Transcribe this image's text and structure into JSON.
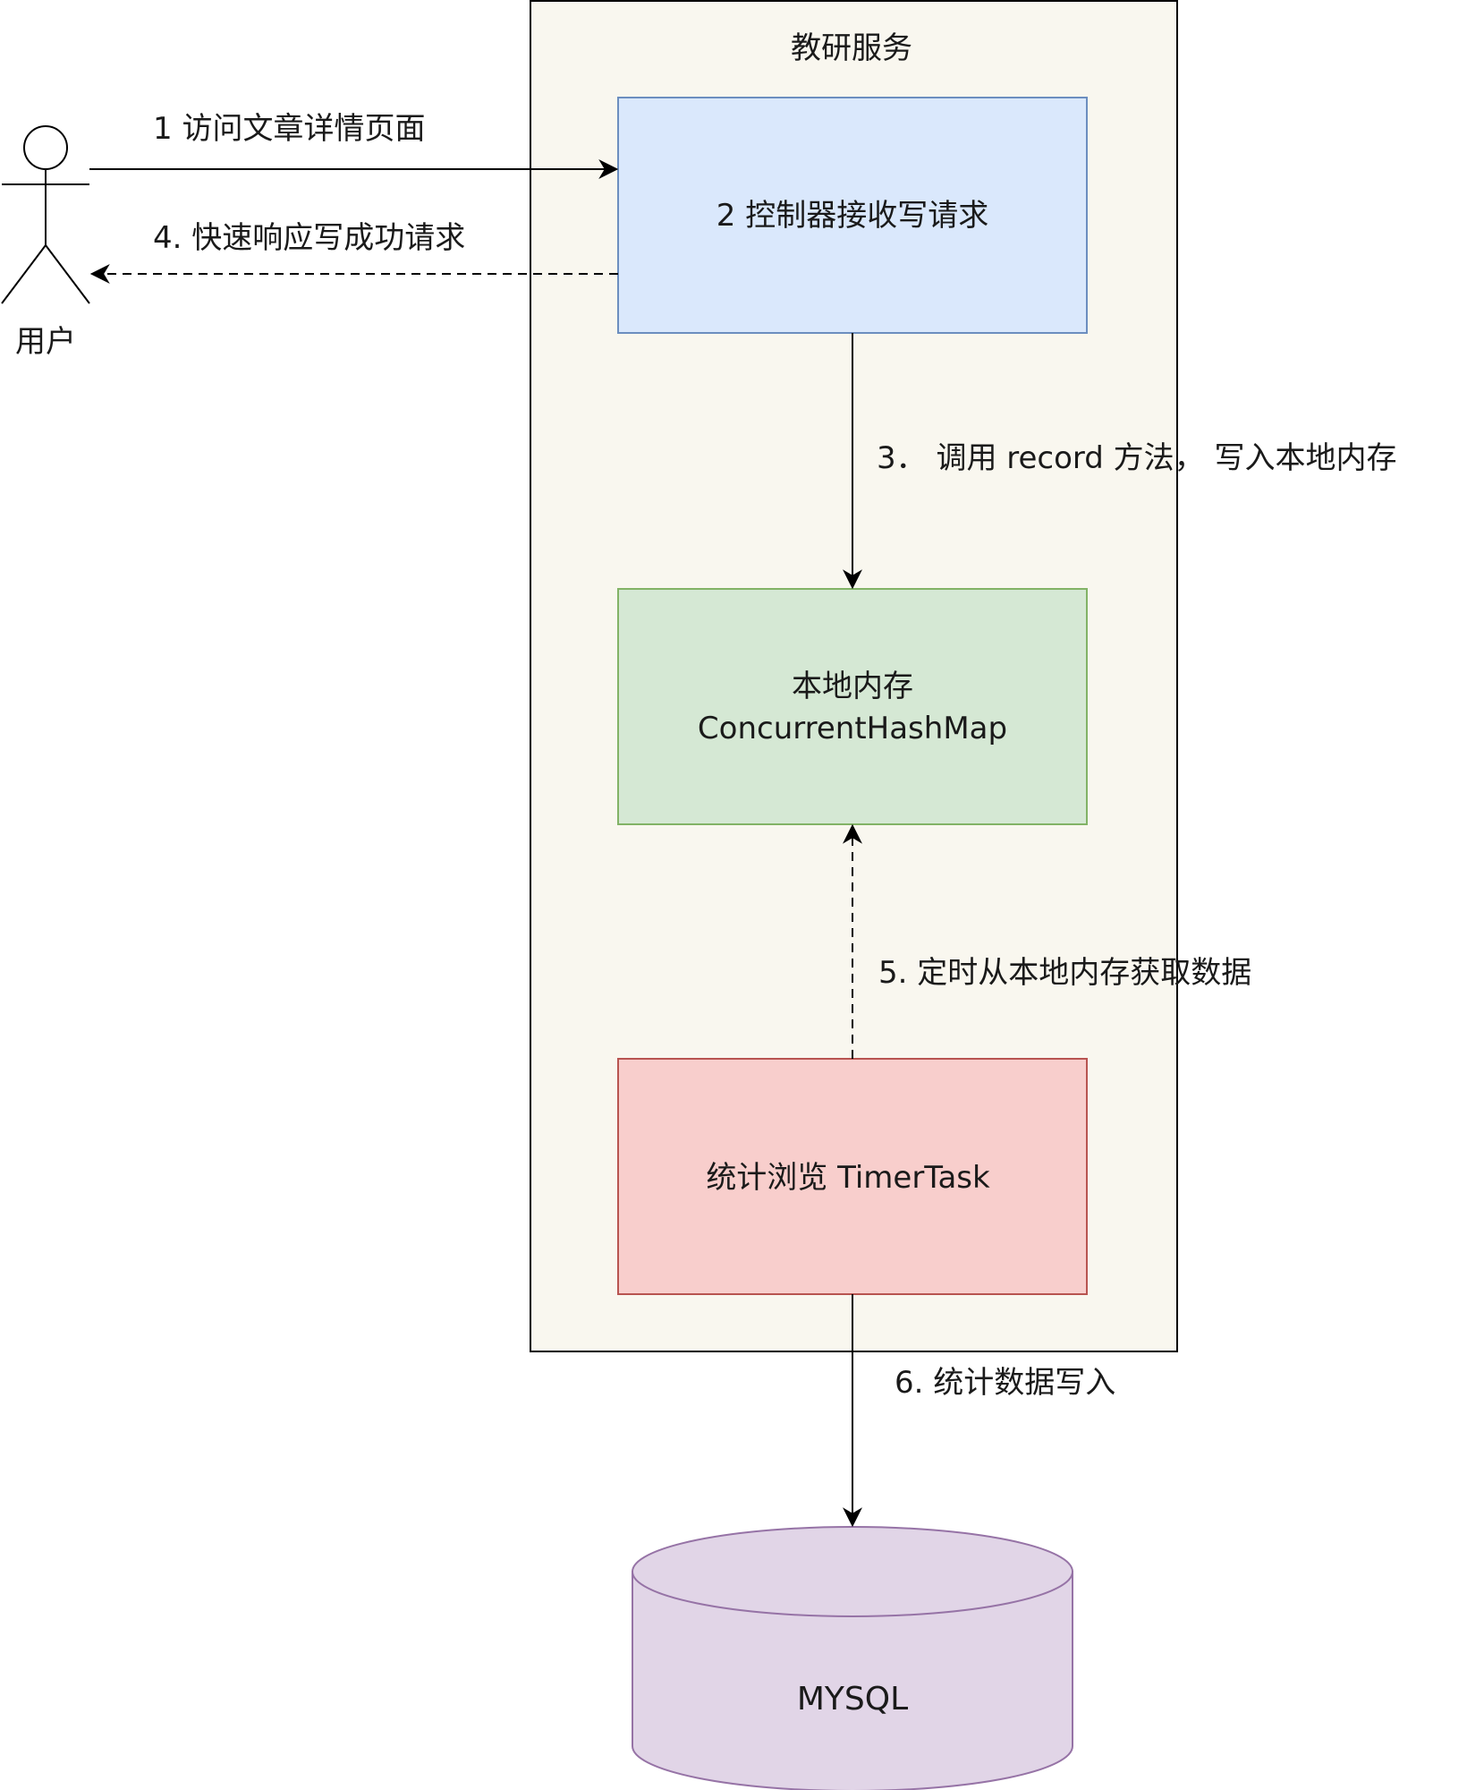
{
  "container": {
    "title": "教研服务"
  },
  "actor": {
    "label": "用户"
  },
  "nodes": {
    "controller": "2 控制器接收写请求",
    "cache_line1": "本地内存",
    "cache_line2": "ConcurrentHashMap",
    "timer": "统计浏览 TimerTask",
    "database": "MYSQL"
  },
  "edges": {
    "step1": "1 访问文章详情页面",
    "step3": "3． 调用 record 方法， 写入本地内存",
    "step4": "4. 快速响应写成功请求",
    "step5": "5. 定时从本地内存获取数据",
    "step6": "6. 统计数据写入"
  },
  "colors": {
    "container_fill": "#f9f7ef",
    "controller_fill": "#dae8fc",
    "controller_stroke": "#6c8ebf",
    "cache_fill": "#d5e8d4",
    "cache_stroke": "#82b366",
    "timer_fill": "#f8cecc",
    "timer_stroke": "#b85450",
    "db_fill": "#e1d5e7",
    "db_stroke": "#9673a6"
  }
}
